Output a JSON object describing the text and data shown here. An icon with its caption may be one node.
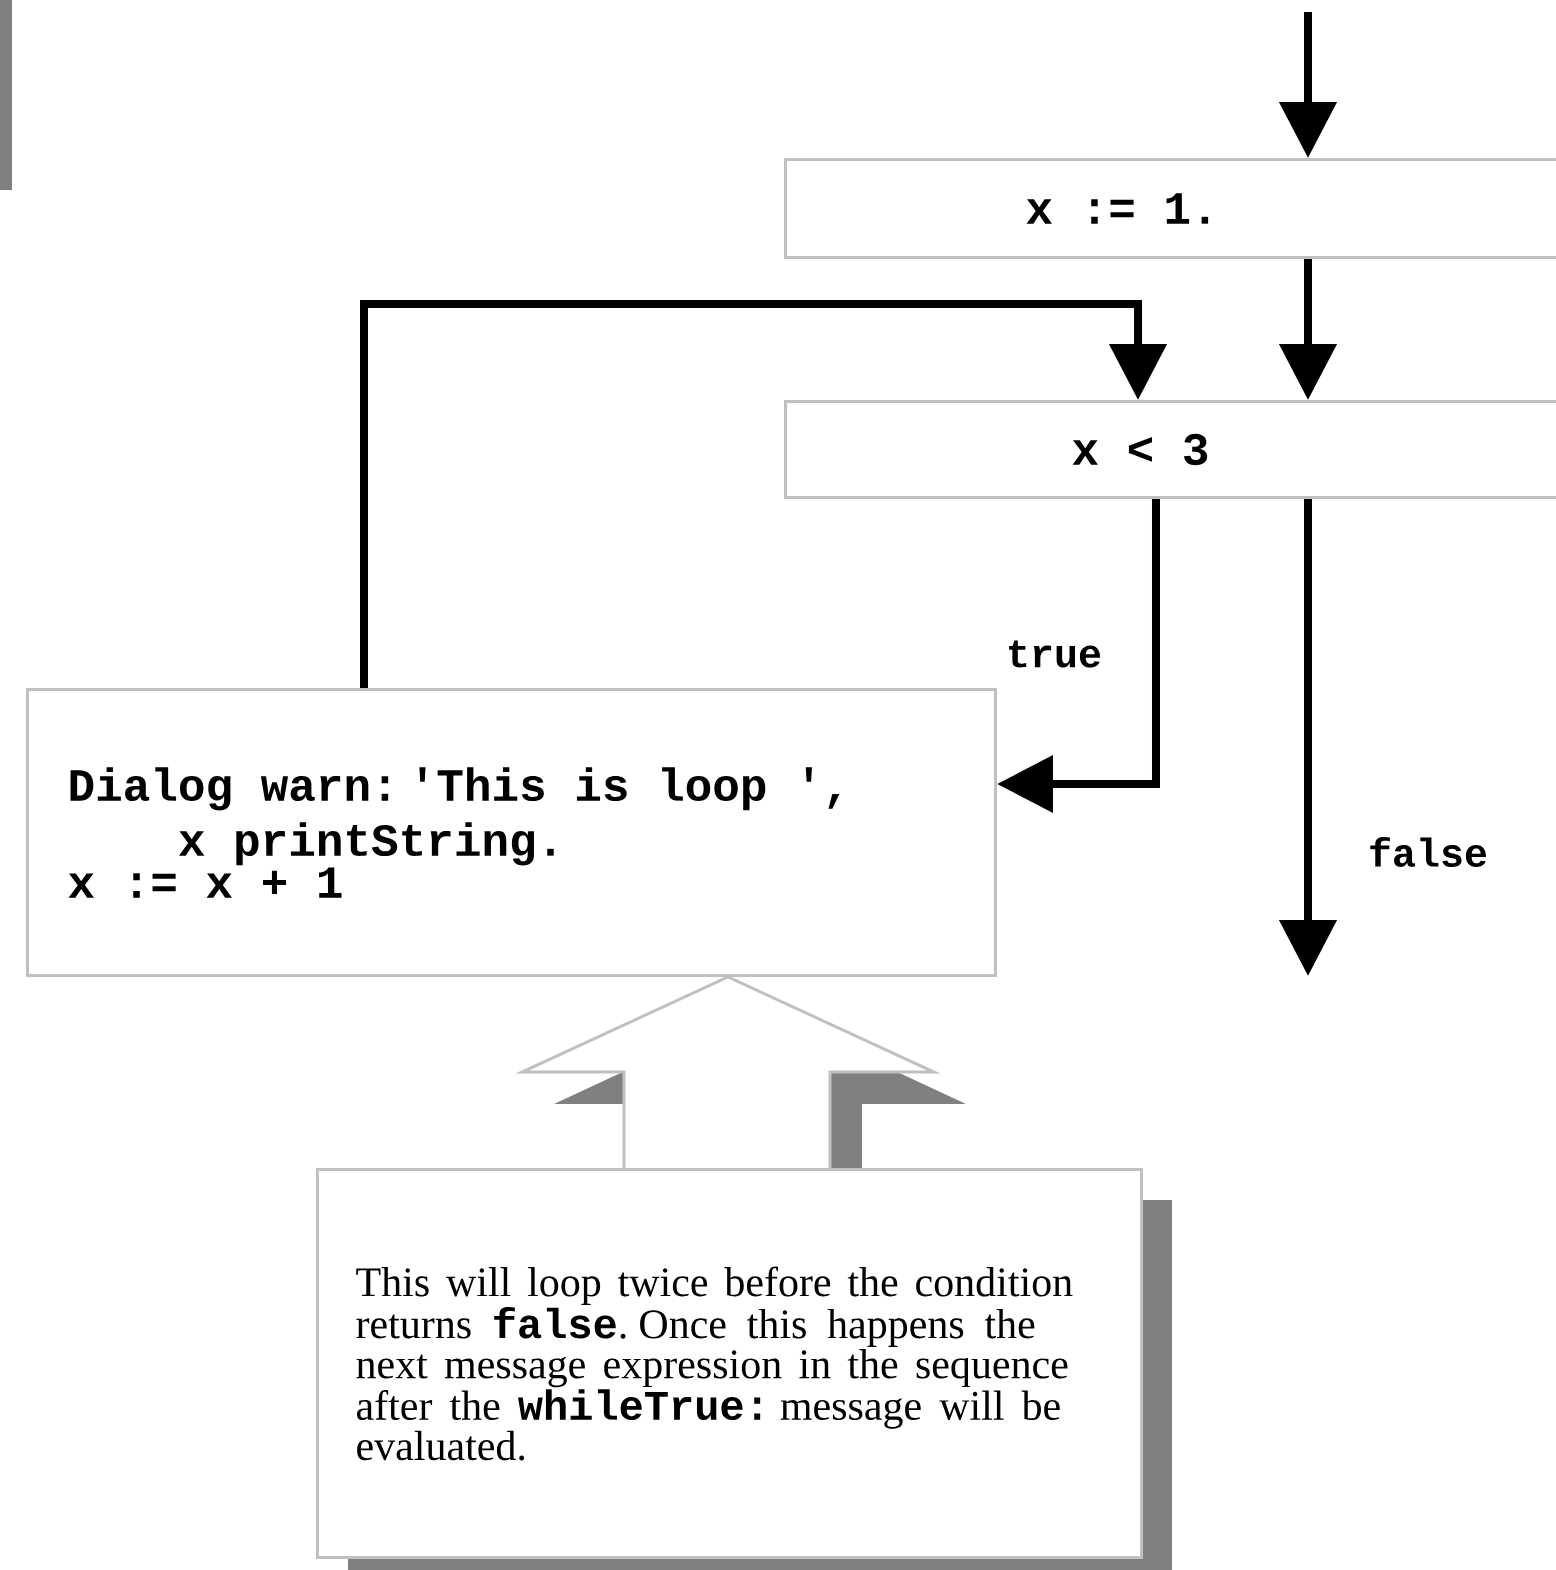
{
  "diagram": {
    "nodes": [
      {
        "text": [
          "x := 1."
        ]
      },
      {
        "text": [
          "x < 3"
        ]
      },
      {
        "text": [
          "Dialog warn: 'This is loop ',",
          "x printString.",
          "x := x + 1"
        ]
      },
      {
        "text": [
          "This will loop twice before the condition returns **false**. Once this happens the next message expression in the sequence after the **whileTrue:** message will be evaluated."
        ]
      }
    ],
    "edges": [
      {
        "from": null,
        "to": 0,
        "arrow": "to"
      },
      {
        "from": 0,
        "to": 1,
        "arrow": "to"
      },
      {
        "from": 2,
        "to": 1,
        "arrow": "to"
      },
      {
        "from": 1,
        "to": 2,
        "arrow": "to",
        "label": "true"
      },
      {
        "from": 1,
        "to": null,
        "arrow": "to",
        "label": "false"
      },
      {
        "from": 3,
        "to": 2,
        "arrow": "to",
        "color": "#c0c0c0"
      }
    ]
  }
}
